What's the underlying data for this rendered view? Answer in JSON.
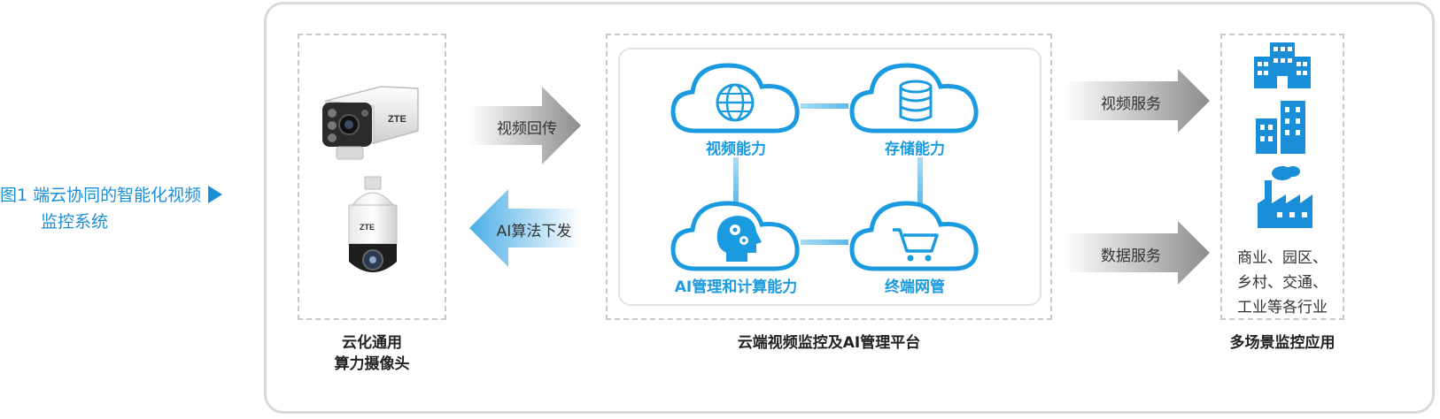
{
  "caption": {
    "line1": "图1  端云协同的智能化视频",
    "line2": "监控系统"
  },
  "left": {
    "label_line1": "云化通用",
    "label_line2": "算力摄像头",
    "brand": "ZTE"
  },
  "arrows": {
    "upload": "视频回传",
    "download": "AI算法下发",
    "video_service": "视频服务",
    "data_service": "数据服务"
  },
  "center": {
    "label": "云端视频监控及AI管理平台",
    "nodes": {
      "video": "视频能力",
      "storage": "存储能力",
      "ai": "AI管理和计算能力",
      "terminal": "终端网管"
    }
  },
  "right": {
    "label": "多场景监控应用",
    "usage": [
      "商业、园区、",
      "乡村、交通、",
      "工业等各行业"
    ]
  },
  "colors": {
    "blue": "#1a9be0",
    "accent": "#1a8fd8",
    "gray_arrow": "#8c8c8c"
  }
}
